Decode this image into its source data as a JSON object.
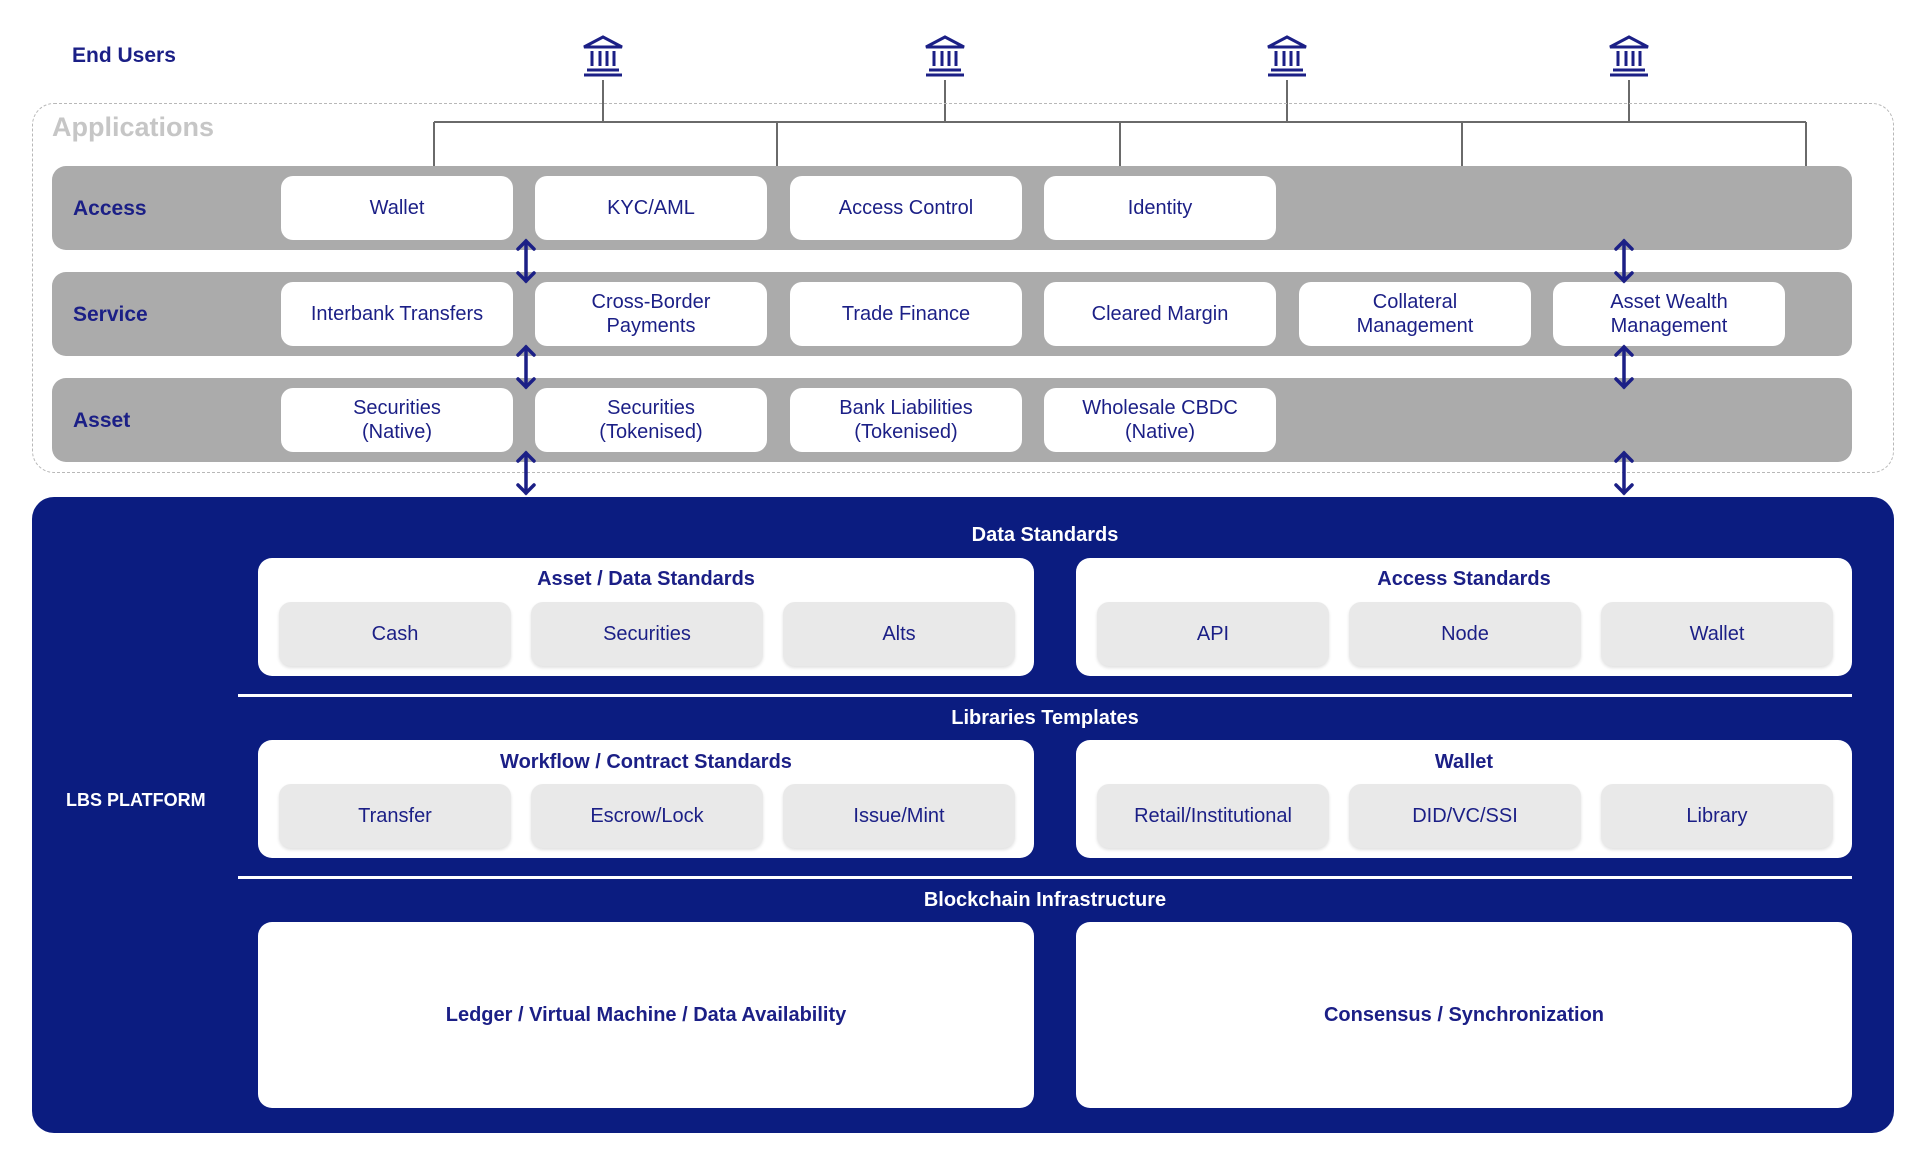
{
  "end_users": {
    "label": "End Users",
    "icons": [
      "bank-icon",
      "bank-icon",
      "bank-icon",
      "bank-icon"
    ]
  },
  "applications": {
    "title": "Applications",
    "layers": {
      "access": {
        "label": "Access",
        "items": [
          "Wallet",
          "KYC/AML",
          "Access Control",
          "Identity"
        ]
      },
      "service": {
        "label": "Service",
        "items": [
          "Interbank Transfers",
          "Cross-Border\nPayments",
          "Trade Finance",
          "Cleared Margin",
          "Collateral\nManagement",
          "Asset Wealth\nManagement"
        ]
      },
      "asset": {
        "label": "Asset",
        "items": [
          "Securities\n(Native)",
          "Securities\n(Tokenised)",
          "Bank Liabilities\n(Tokenised)",
          "Wholesale CBDC\n(Native)"
        ]
      }
    }
  },
  "platform": {
    "label": "LBS PLATFORM",
    "data_standards": {
      "title": "Data Standards",
      "asset_data": {
        "title": "Asset / Data Standards",
        "items": [
          "Cash",
          "Securities",
          "Alts"
        ]
      },
      "access": {
        "title": "Access Standards",
        "items": [
          "API",
          "Node",
          "Wallet"
        ]
      }
    },
    "libraries": {
      "title": "Libraries Templates",
      "workflow": {
        "title": "Workflow / Contract Standards",
        "items": [
          "Transfer",
          "Escrow/Lock",
          "Issue/Mint"
        ]
      },
      "wallet": {
        "title": "Wallet",
        "items": [
          "Retail/Institutional",
          "DID/VC/SSI",
          "Library"
        ]
      }
    },
    "infrastructure": {
      "title": "Blockchain Infrastructure",
      "ledger": "Ledger / Virtual Machine / Data Availability",
      "consensus": "Consensus / Synchronization"
    }
  },
  "colors": {
    "navy": "#0b1c80",
    "text": "#1b1f86",
    "band": "#ababab",
    "chip": "#e9e9e9"
  }
}
